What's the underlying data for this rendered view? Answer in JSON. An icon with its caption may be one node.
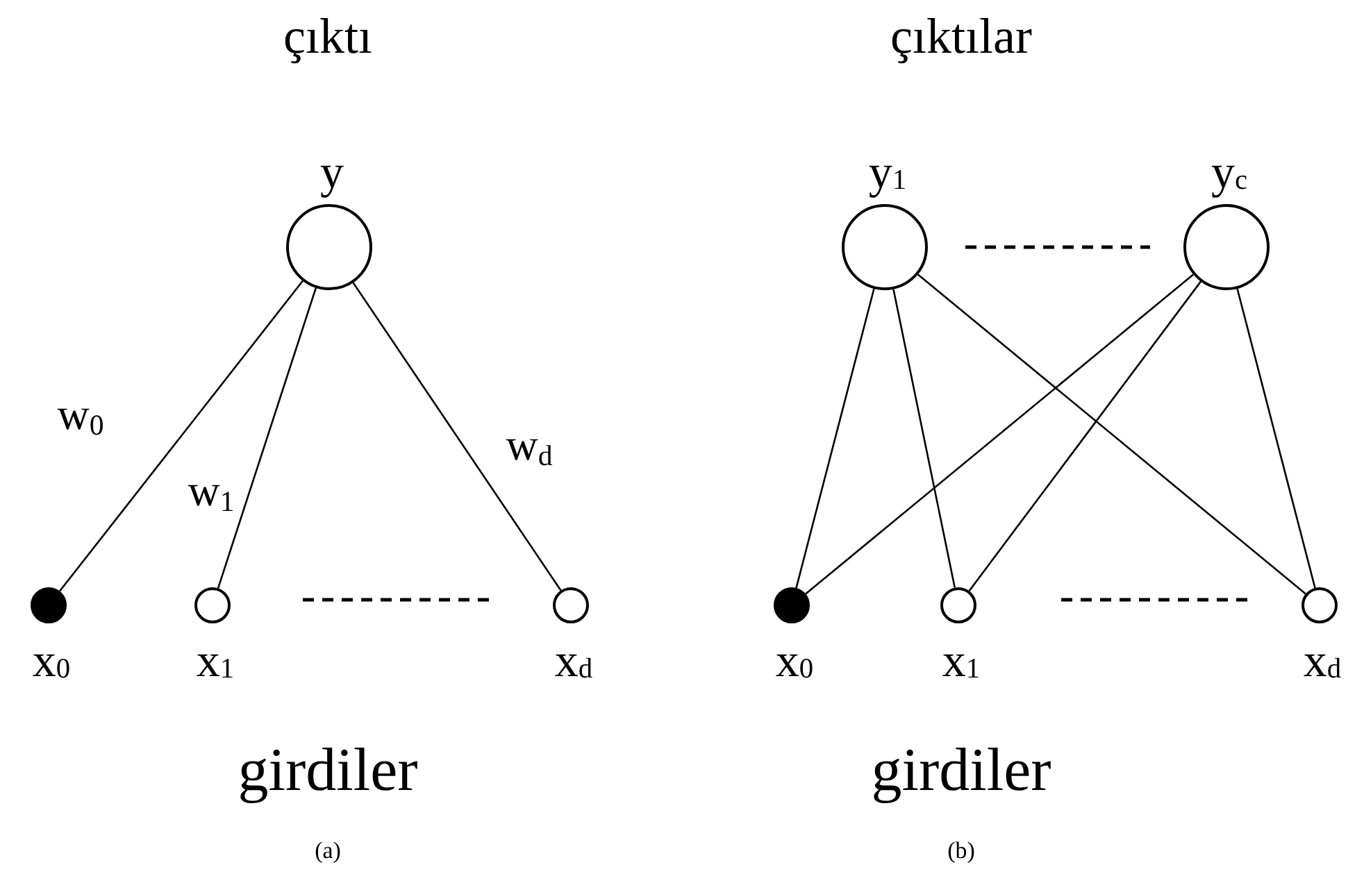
{
  "diagram": {
    "nodes": [
      {
        "text": [
          "y"
        ]
      },
      {
        "text": [
          "x$_{0}$"
        ]
      },
      {
        "text": [
          "x$_{1}$"
        ]
      },
      {
        "text": [
          "x$_{d}$"
        ]
      },
      {
        "text": [
          "y$_{1}$"
        ]
      },
      {
        "text": [
          "y$_{c}$"
        ]
      },
      {
        "text": [
          "x$_{0}$"
        ]
      },
      {
        "text": [
          "x$_{1}$"
        ]
      },
      {
        "text": [
          "x$_{d}$"
        ]
      }
    ],
    "edges": [
      {
        "from": 0,
        "to": 1,
        "arrow": "none",
        "label": "w$_{0}$"
      },
      {
        "from": 0,
        "to": 2,
        "arrow": "none",
        "label": "w$_{1}$"
      },
      {
        "from": 0,
        "to": 3,
        "arrow": "none",
        "label": "w$_{d}$"
      },
      {
        "from": 4,
        "to": 6,
        "arrow": "none"
      },
      {
        "from": 4,
        "to": 7,
        "arrow": "none"
      },
      {
        "from": 4,
        "to": 8,
        "arrow": "none"
      },
      {
        "from": 5,
        "to": 6,
        "arrow": "none"
      },
      {
        "from": 5,
        "to": 7,
        "arrow": "none"
      },
      {
        "from": 5,
        "to": 8,
        "arrow": "none"
      }
    ],
    "labels": [
      "çıktı",
      "girdiler",
      "(a)",
      "çıktılar",
      "girdiler",
      "(b)"
    ]
  }
}
